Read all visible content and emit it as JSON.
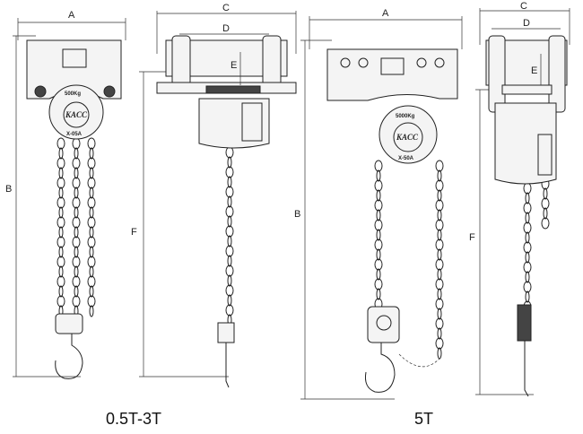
{
  "dimension_labels": {
    "a": "A",
    "b": "B",
    "c": "C",
    "d": "D",
    "e": "E",
    "f": "F"
  },
  "model_small": {
    "capacity": "500Kg",
    "brand": "KACC",
    "model": "X-05A",
    "caption": "0.5T-3T"
  },
  "model_large": {
    "capacity": "5000Kg",
    "brand": "KACC",
    "model": "X-50A",
    "caption": "5T"
  }
}
